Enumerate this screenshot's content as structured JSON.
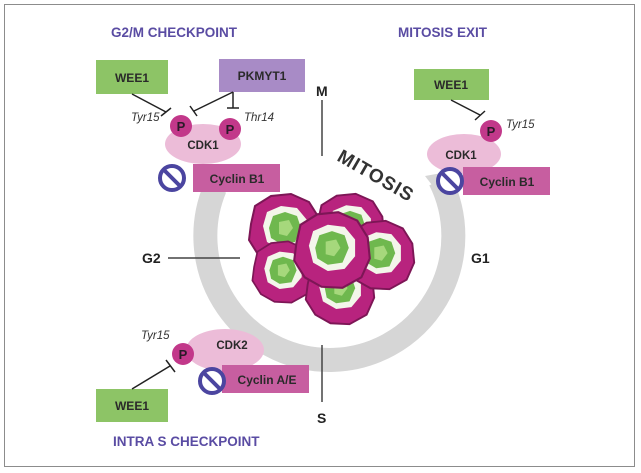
{
  "titles": {
    "g2m": "G2/M CHECKPOINT",
    "exit": "MITOSIS EXIT",
    "intra_s": "INTRA S CHECKPOINT"
  },
  "cycle": {
    "center_label": "MITOSIS",
    "phases": {
      "m": "M",
      "g2": "G2",
      "g1": "G1",
      "s": "S"
    }
  },
  "g2m": {
    "wee1": "WEE1",
    "pkmyt1": "PKMYT1",
    "site1": "Tyr15",
    "site2": "Thr14",
    "p1": "P",
    "p2": "P",
    "cdk": "CDK1",
    "cyclin": "Cyclin B1"
  },
  "exit": {
    "wee1": "WEE1",
    "site": "Tyr15",
    "p": "P",
    "cdk": "CDK1",
    "cyclin": "Cyclin B1"
  },
  "intra_s": {
    "wee1": "WEE1",
    "site": "Tyr15",
    "p": "P",
    "cdk": "CDK2",
    "cyclin": "Cyclin A/E"
  },
  "colors": {
    "title": "#5a4ca3",
    "wee1_fill": "#8dc466",
    "pkmyt1_fill": "#a88bc6",
    "cyclin_fill": "#c75ea0",
    "cdk_fill": "#ecbcd8",
    "phospho": "#c2388a",
    "inhibit_ring": "#4b45a0",
    "arrow": "#d6d6d6",
    "cell": "#b8237e",
    "nucleus": "#6fb84e"
  }
}
